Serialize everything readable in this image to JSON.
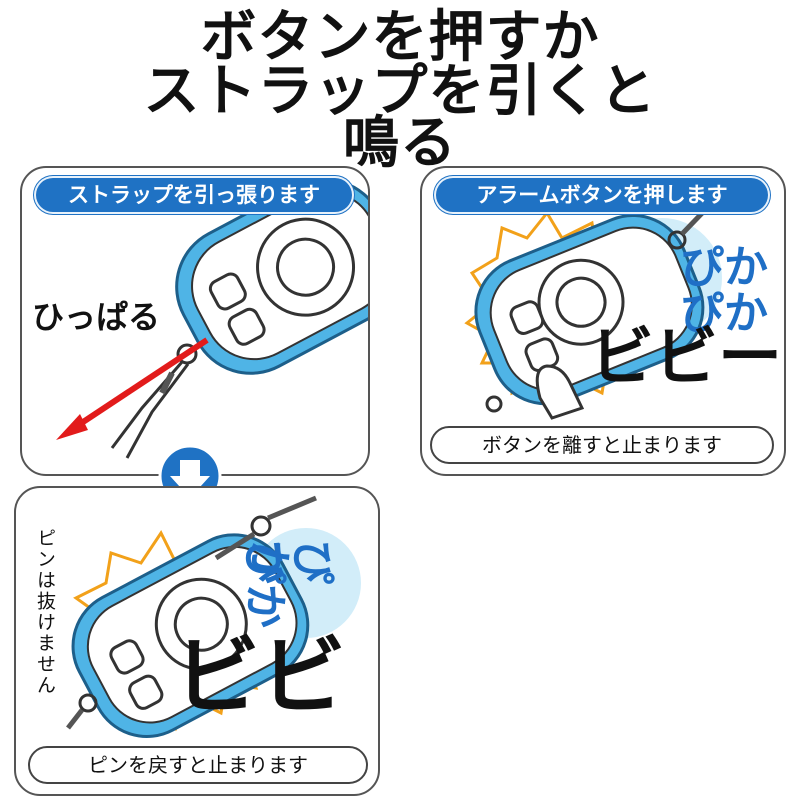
{
  "headline": {
    "line1": "ボタンを押すか",
    "line2": "ストラップを引くと",
    "line3": "鳴る"
  },
  "panel_top_left": {
    "banner": "ストラップを引っ張ります",
    "pull_word": "ひっぱる"
  },
  "panel_top_right": {
    "banner": "アラームボタンを押します",
    "flash_word_1": "ぴか",
    "flash_word_2": "ぴか",
    "sound_word": "ビビー",
    "caption": "ボタンを離すと止まります"
  },
  "panel_bottom": {
    "side_note": "ピンは抜けません",
    "flash_word_1": "ぴか",
    "flash_word_2": "ぴか",
    "sound_word": "ビビー",
    "caption": "ピンを戻すと止まります"
  },
  "icons": {
    "arrow_down": "down-arrow-icon",
    "pull_arrow": "red-diagonal-arrow-icon"
  },
  "colors": {
    "banner_blue": "#1f72c4",
    "device_blue": "#4fb4e6",
    "burst_orange": "#f2a11a",
    "arrow_red": "#e21b1b"
  }
}
